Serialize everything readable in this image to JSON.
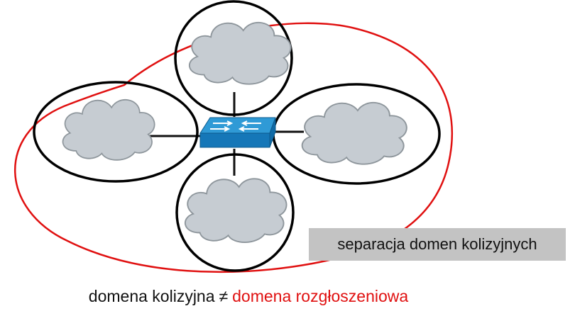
{
  "label_box": {
    "text": "separacja domen kolizyjnych"
  },
  "caption": {
    "left": "domena kolizyjna",
    "symbol": "≠",
    "right": "domena rozgłoszeniowa"
  },
  "colors": {
    "broadcast_boundary": "#e01010",
    "collision_boundary": "#000000",
    "cloud_fill": "#c6ccd2",
    "cloud_stroke": "#8e969c",
    "switch_top": "#2f9ad6",
    "switch_side": "#1577b8",
    "label_box_bg": "#c3c3c3"
  },
  "icons": {
    "switch": "switch-icon",
    "cloud": "network-cloud-icon"
  }
}
